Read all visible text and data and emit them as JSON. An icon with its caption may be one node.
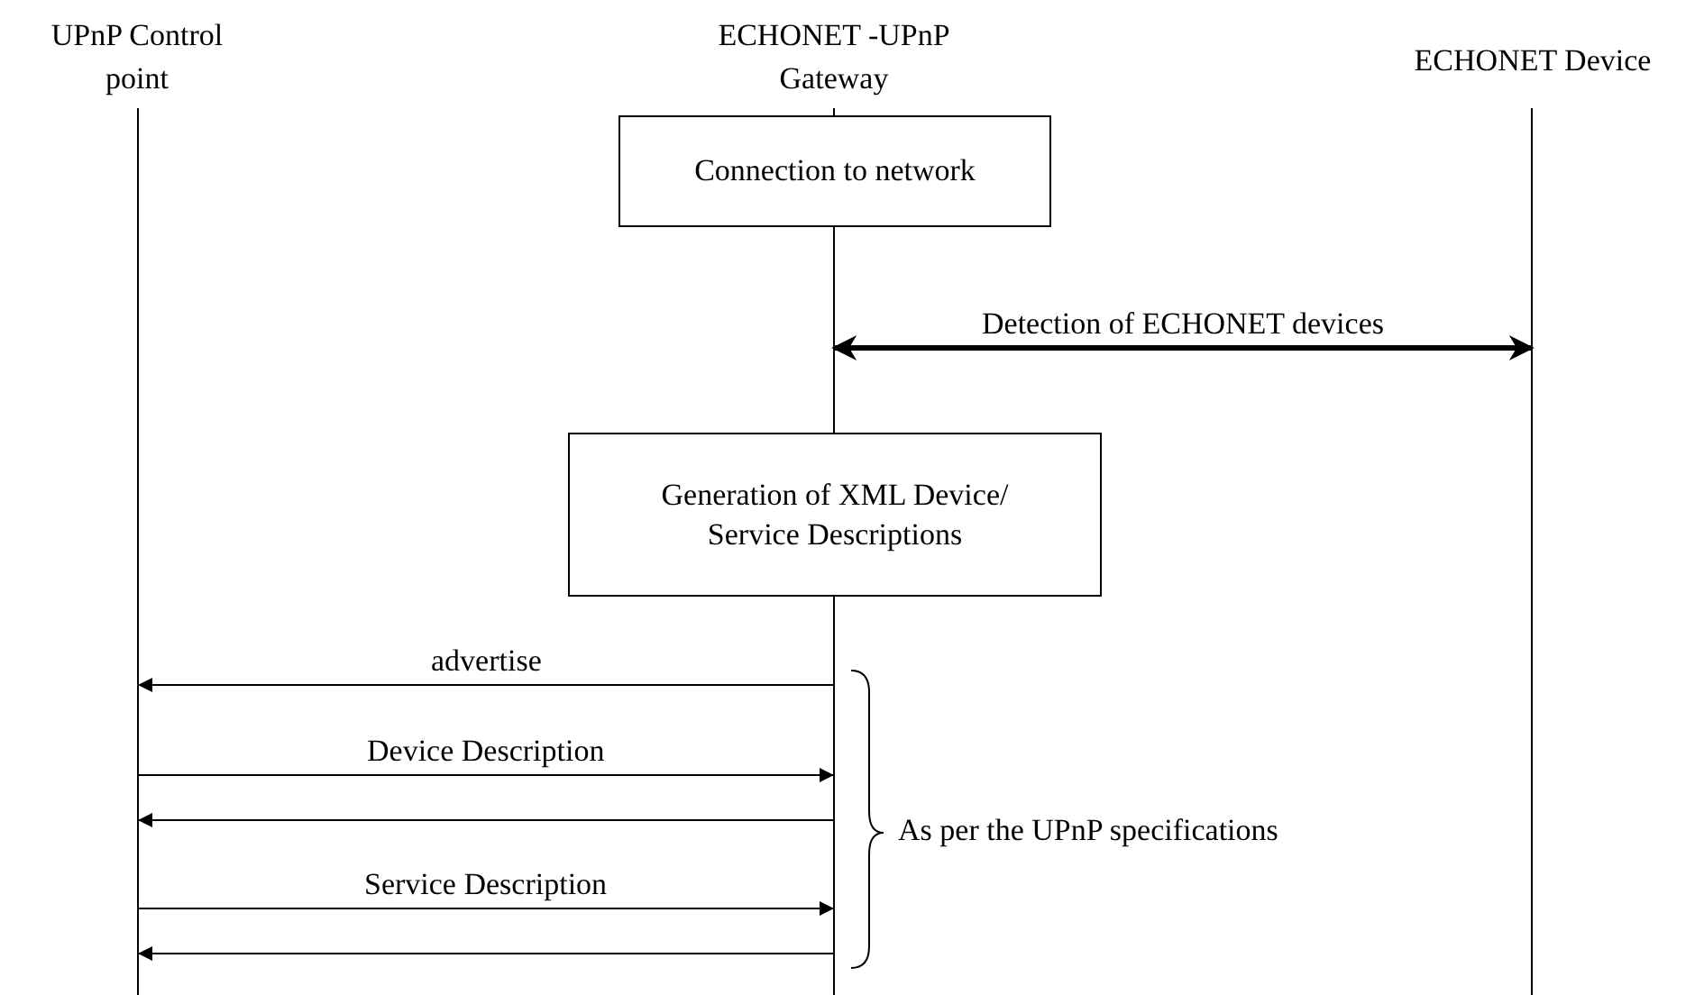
{
  "diagram": {
    "nodes": [
      {
        "text": [
          "UPnP Control point"
        ]
      },
      {
        "text": [
          "ECHONET -UPnP Gateway"
        ]
      },
      {
        "text": [
          "ECHONET Device"
        ]
      },
      {
        "text": [],
        "shape": "line"
      },
      {
        "text": [],
        "shape": "line"
      },
      {
        "text": [],
        "shape": "line"
      },
      {
        "text": [
          "Connection to network"
        ]
      },
      {
        "text": [
          "Generation of XML Device/ Service Descriptions"
        ]
      }
    ],
    "edges": [
      {
        "from": 4,
        "to": 5,
        "arrow": "both",
        "label": "Detection of ECHONET devices",
        "style": "thick"
      },
      {
        "from": 4,
        "to": 3,
        "arrow": "to",
        "label": "advertise"
      },
      {
        "from": 3,
        "to": 4,
        "arrow": "to",
        "label": "Device Description"
      },
      {
        "from": 4,
        "to": 3,
        "arrow": "to"
      },
      {
        "from": 3,
        "to": 4,
        "arrow": "to",
        "label": "Service Description"
      },
      {
        "from": 4,
        "to": 3,
        "arrow": "to"
      }
    ],
    "labels": [
      "As per the UPnP specifications"
    ]
  }
}
